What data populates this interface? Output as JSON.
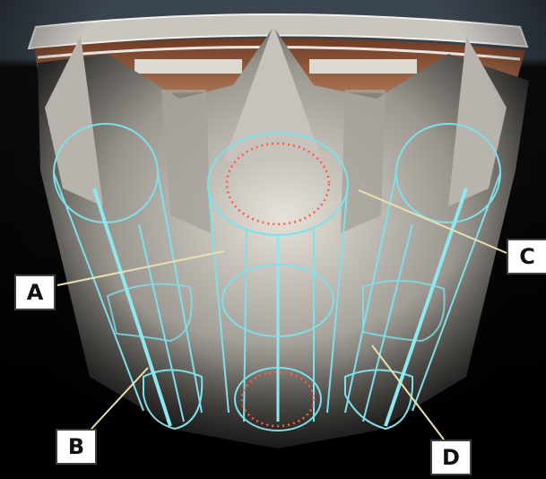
{
  "labels": {
    "a": "A",
    "b": "B",
    "c": "C",
    "d": "D"
  },
  "colors": {
    "outline": "#7fe0ea",
    "dots": "#ff5a4a",
    "leader": "#e8e0b0"
  }
}
